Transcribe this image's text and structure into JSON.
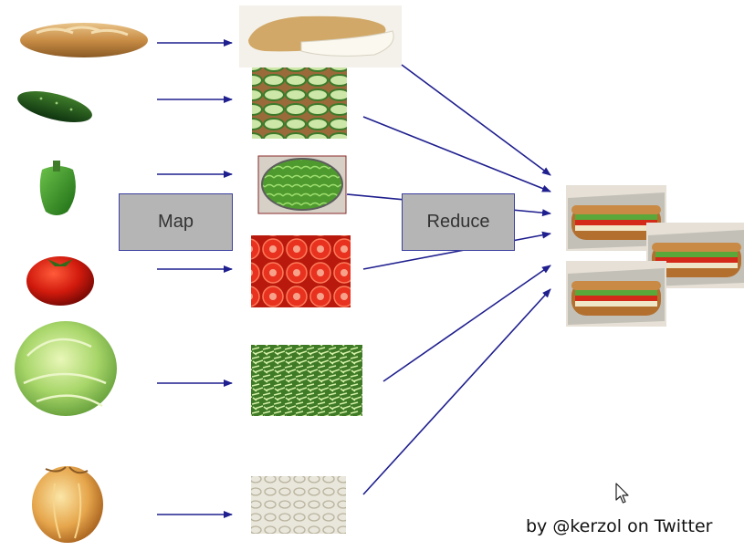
{
  "labels": {
    "map": "Map",
    "reduce": "Reduce"
  },
  "credit": "by @kerzol on Twitter",
  "ingredients": [
    "bread",
    "cucumber",
    "green-pepper",
    "tomato",
    "lettuce",
    "onion"
  ],
  "colors": {
    "arrow": "#1f1f8f",
    "box_fill": "#b5b5b5",
    "box_border": "#3a3f9e"
  }
}
